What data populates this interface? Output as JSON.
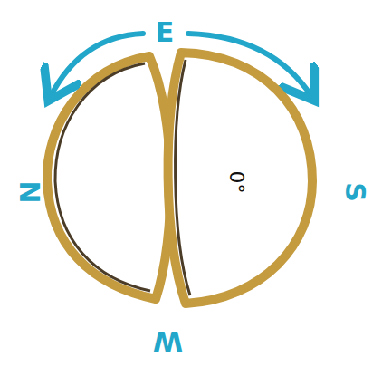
{
  "diagram": {
    "nodes": [
      {
        "text": [
          "0°"
        ]
      }
    ],
    "labels": [
      "E",
      "N",
      "S",
      "W"
    ]
  }
}
